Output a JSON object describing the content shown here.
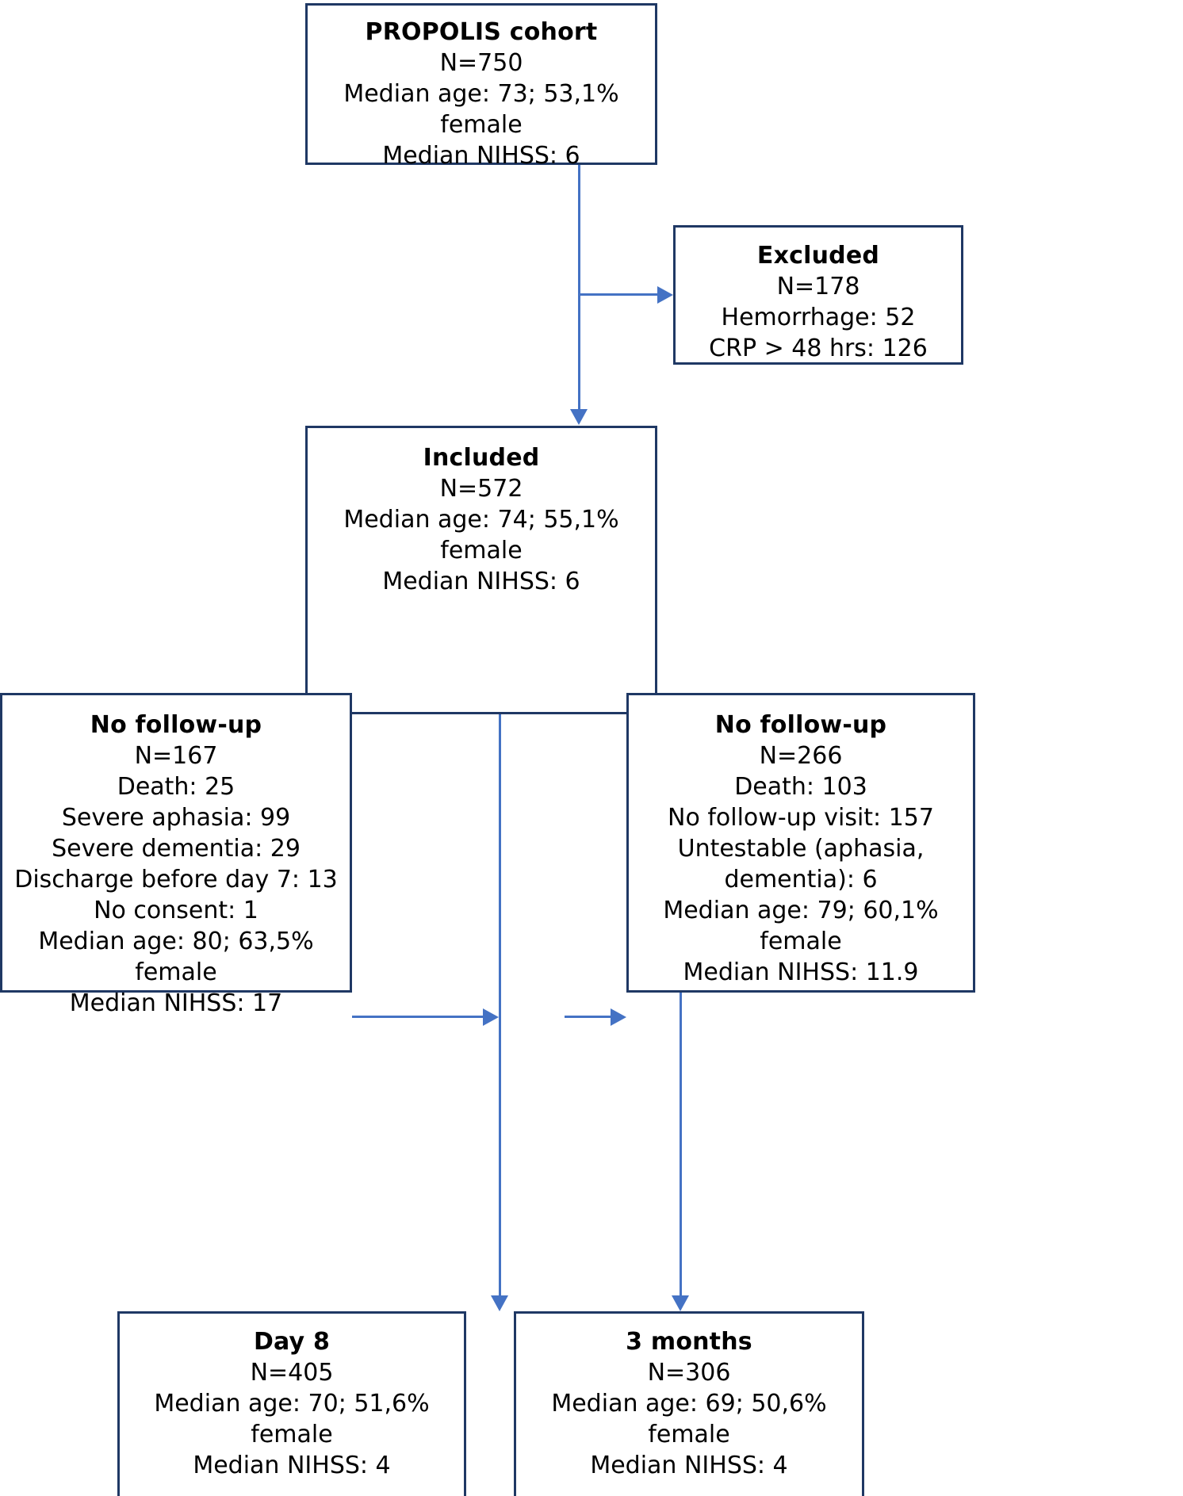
{
  "diagram": {
    "type": "flowchart",
    "title": "PROPOLIS cohort participant flow",
    "colors": {
      "box_border": "#1F3864",
      "connector": "#4472C4",
      "text": "#000000",
      "background": "#FFFFFF"
    },
    "nodes": {
      "cohort": {
        "title": "PROPOLIS cohort",
        "lines": [
          "N=750",
          "Median age: 73; 53,1% female",
          "Median NIHSS: 6"
        ]
      },
      "excluded": {
        "title": "Excluded",
        "lines": [
          "N=178",
          "Hemorrhage: 52",
          "CRP > 48 hrs: 126"
        ]
      },
      "included": {
        "title": "Included",
        "lines": [
          "N=572",
          "Median age: 74; 55,1% female",
          "Median NIHSS: 6"
        ]
      },
      "no_followup_day8": {
        "title": "No follow-up",
        "lines": [
          "N=167",
          "Death: 25",
          "Severe aphasia: 99",
          "Severe dementia: 29",
          "Discharge before day 7: 13",
          "No consent: 1",
          "Median age: 80; 63,5% female",
          "Median NIHSS: 17"
        ]
      },
      "no_followup_3months": {
        "title": "No follow-up",
        "lines": [
          "N=266",
          "Death: 103",
          "No follow-up visit: 157",
          "Untestable (aphasia, dementia): 6",
          "Median age: 79; 60,1% female",
          "Median NIHSS: 11.9"
        ]
      },
      "day8": {
        "title": "Day 8",
        "lines": [
          "N=405",
          "Median age: 70; 51,6% female",
          "Median NIHSS: 4"
        ]
      },
      "three_months": {
        "title": "3 months",
        "lines": [
          "N=306",
          "Median age: 69; 50,6% female",
          "Median NIHSS: 4"
        ]
      }
    },
    "edges": [
      {
        "from": "cohort",
        "to": "excluded",
        "direction": "right"
      },
      {
        "from": "cohort",
        "to": "included",
        "direction": "down"
      },
      {
        "from": "included",
        "to": "no_followup_day8",
        "direction": "right"
      },
      {
        "from": "included",
        "to": "no_followup_3months",
        "direction": "right"
      },
      {
        "from": "included",
        "to": "day8",
        "direction": "down"
      },
      {
        "from": "included",
        "to": "three_months",
        "direction": "down"
      }
    ]
  }
}
